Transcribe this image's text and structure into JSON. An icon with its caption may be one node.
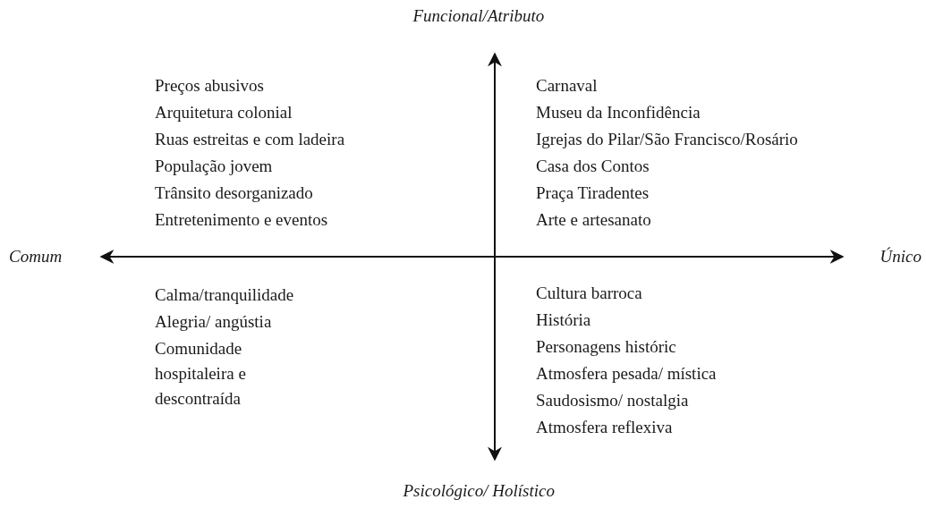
{
  "diagram": {
    "labels": [
      "Funcional/Atributo",
      "Preços abusivos",
      "Arquitetura colonial",
      "Ruas estreitas e com ladeira",
      "População jovem",
      "Trânsito desorganizado",
      "Entretenimento e eventos",
      "Carnaval",
      "Museu da Inconfidência",
      "Igrejas do Pilar/São Francisco/Rosário",
      "Casa dos Contos",
      "Praça Tiradentes",
      "Arte e artesanato",
      "Comum",
      "Único",
      "Calma/tranquilidade",
      "Alegria/ angústia",
      "Comunidade hospitaleira e descontraída",
      "Cultura barroca",
      "História",
      "Personagens históric",
      "Atmosfera pesada/ mística",
      "Saudosismo/ nostalgia",
      "Atmosfera reflexiva",
      "Psicológico/ Holístico"
    ]
  }
}
